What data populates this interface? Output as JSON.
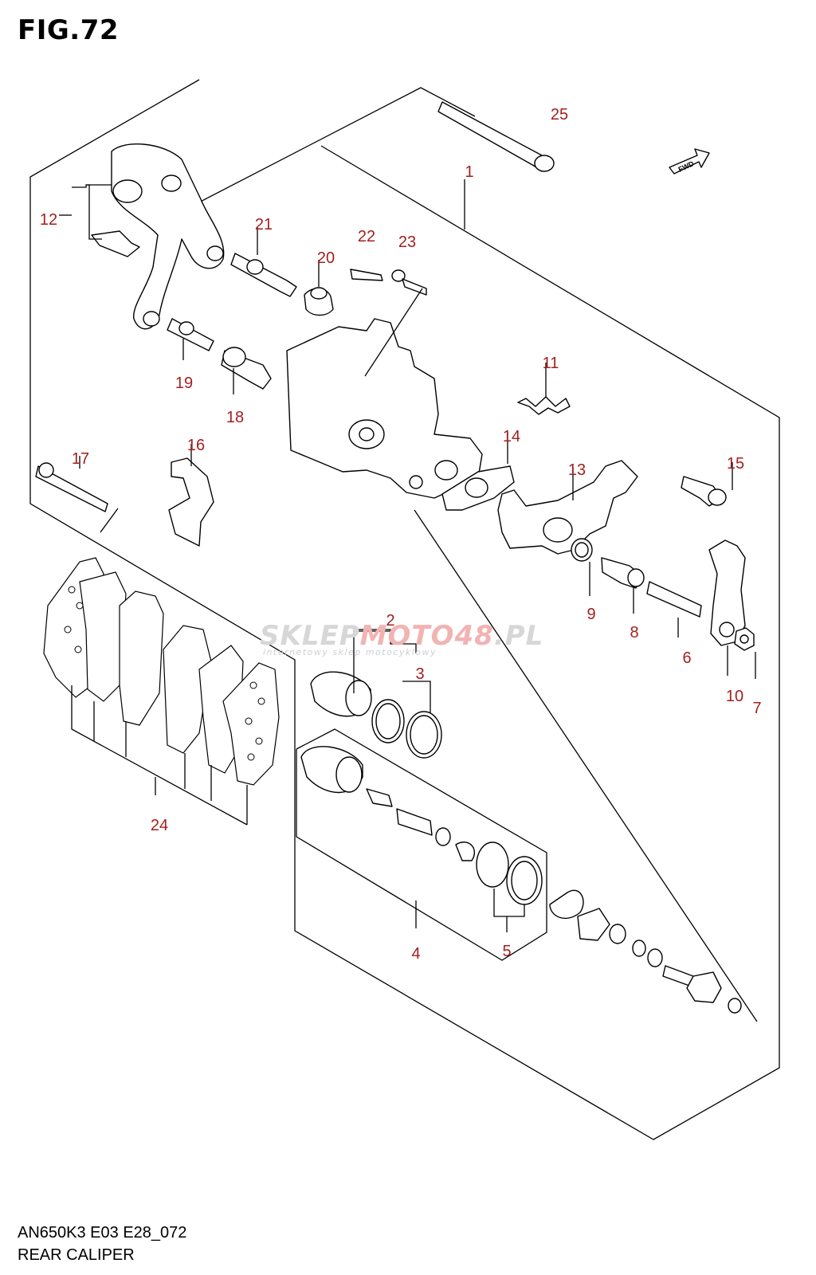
{
  "figure": {
    "title": "FIG.72",
    "model_code": "AN650K3 E03 E28_072",
    "name": "REAR CALIPER"
  },
  "watermark": {
    "brand_prefix": "SKLEP",
    "brand_moto": "MOTO",
    "brand_num": "48",
    "brand_suffix": ".PL",
    "tagline": "internetowy sklep motocyklowy"
  },
  "fwd_label": "FWD",
  "callouts": [
    "1",
    "2",
    "3",
    "4",
    "5",
    "6",
    "7",
    "8",
    "9",
    "10",
    "11",
    "12",
    "13",
    "14",
    "15",
    "16",
    "17",
    "18",
    "19",
    "20",
    "21",
    "22",
    "23",
    "24",
    "25"
  ],
  "colors": {
    "callout": "#a41f1f",
    "line": "#000000",
    "watermark_gray": "#d7d7d7",
    "watermark_red": "#f2b3b3"
  }
}
